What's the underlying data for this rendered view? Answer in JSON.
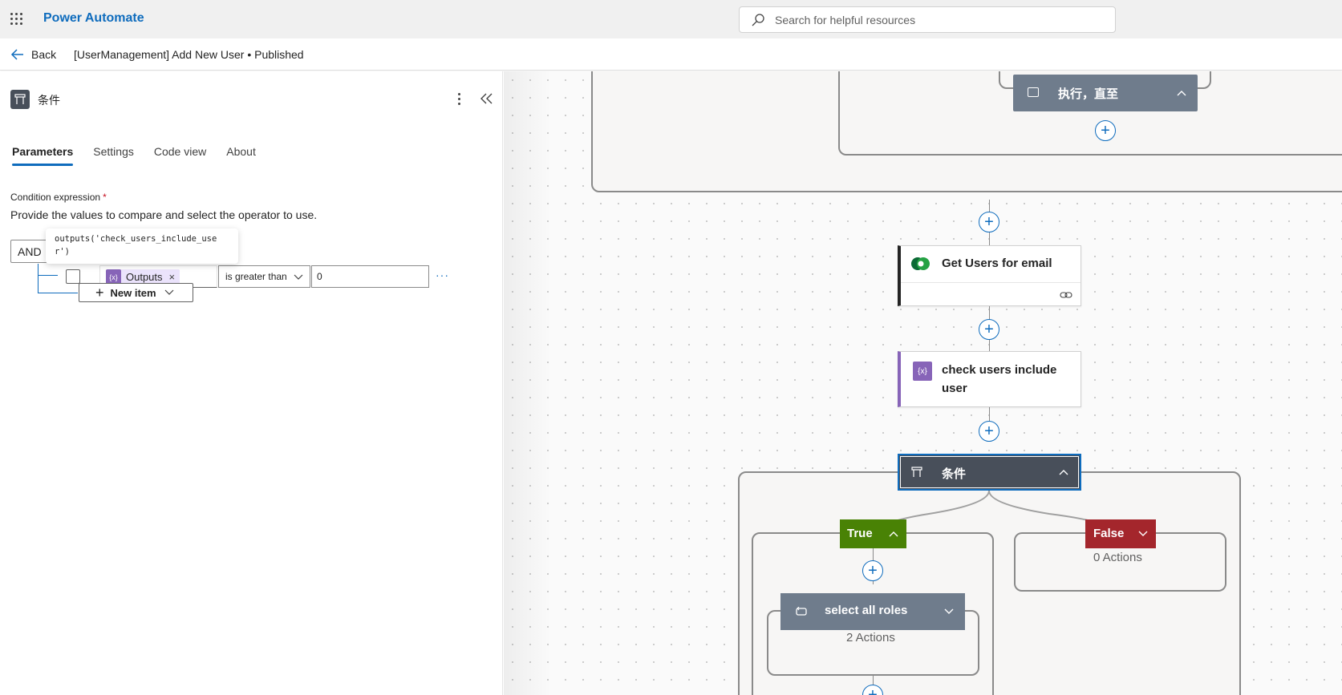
{
  "app": {
    "title": "Power Automate"
  },
  "search": {
    "placeholder": "Search for helpful resources"
  },
  "subbar": {
    "back_label": "Back",
    "flow_title": "[UserManagement] Add New User • Published"
  },
  "panel": {
    "title": "条件",
    "tabs": [
      {
        "label": "Parameters",
        "active": true
      },
      {
        "label": "Settings",
        "active": false
      },
      {
        "label": "Code view",
        "active": false
      },
      {
        "label": "About",
        "active": false
      }
    ],
    "condition_label": "Condition expression",
    "required_mark": "*",
    "condition_desc": "Provide the values to compare and select the operator to use.",
    "group_operator": "AND",
    "tooltip": "outputs('check_users_include_user')",
    "row": {
      "token_label": "Outputs",
      "token_remove": "×",
      "operator": "is greater than",
      "value": "0",
      "more": "···"
    },
    "new_item_label": "New item"
  },
  "canvas": {
    "do_until_label": "执行，直至",
    "get_users_label": "Get Users for email",
    "compose_label": "check users include user",
    "condition_label": "条件",
    "true_label": "True",
    "false_label": "False",
    "false_actions": "0 Actions",
    "select_roles_label": "select all roles",
    "select_roles_actions": "2 Actions",
    "plus": "+"
  },
  "colors": {
    "brand": "#0f6cbd",
    "true_branch": "#498205",
    "false_branch": "#a4262c",
    "control_header": "#6f7c8c",
    "condition_header": "#484f5a",
    "compose_accent": "#8764b8"
  }
}
